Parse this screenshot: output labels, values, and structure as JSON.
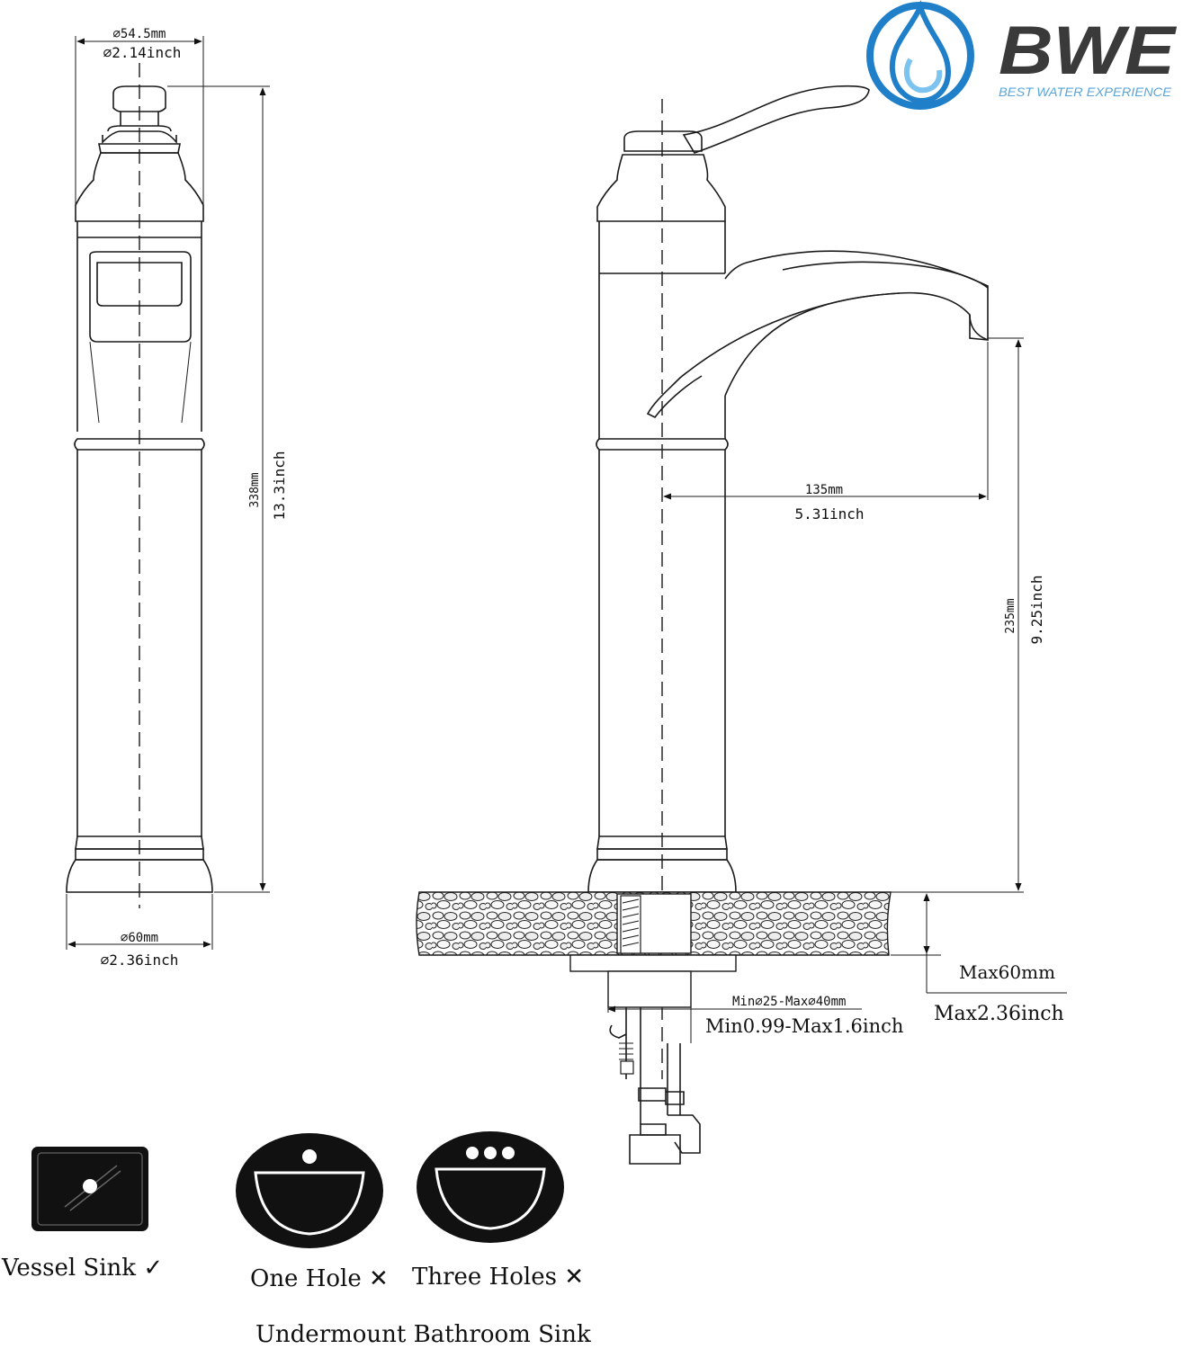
{
  "brand": {
    "name": "BWE",
    "tagline": "BEST WATER EXPERIENCE",
    "accent": "#1f7fc8"
  },
  "front_view": {
    "top_dia_mm": "⌀54.5mm",
    "top_dia_in": "⌀2.14inch",
    "height_mm": "338mm",
    "height_in": "13.3inch",
    "base_dia_mm": "⌀60mm",
    "base_dia_in": "⌀2.36inch"
  },
  "side_view": {
    "reach_mm": "135mm",
    "reach_in": "5.31inch",
    "spout_height_mm": "235mm",
    "spout_height_in": "9.25inch",
    "deck_max_mm": "Max60mm",
    "deck_max_in": "Max2.36inch",
    "hole_mm": "Min⌀25-Max⌀40mm",
    "hole_in": "Min0.99-Max1.6inch"
  },
  "sinks": {
    "vessel": "Vessel Sink ✓",
    "one_hole": "One Hole ✕",
    "three_holes": "Three Holes ✕",
    "undermount": "Undermount Bathroom Sink"
  }
}
